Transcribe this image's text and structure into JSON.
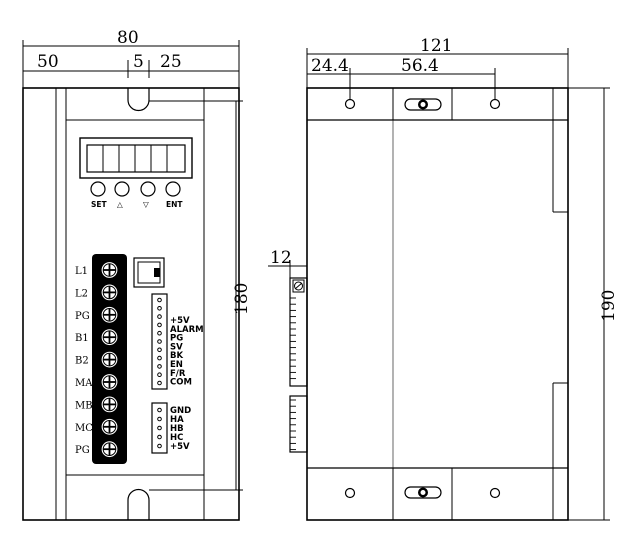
{
  "dimensions": {
    "front_width": "80",
    "front_left": "50",
    "front_mid": "5",
    "front_right": "25",
    "front_height": "180",
    "side_width": "121",
    "side_left": "24.4",
    "side_mid": "56.4",
    "side_height": "190",
    "side_depth": "12"
  },
  "keypad": {
    "set": "SET",
    "up": "△",
    "down": "▽",
    "ent": "ENT"
  },
  "power_terminals": [
    "L1",
    "L2",
    "PG",
    "B1",
    "B2",
    "MA",
    "MB",
    "MC",
    "PG"
  ],
  "signal_terminals": [
    "+5V",
    "ALARM",
    "PG",
    "SV",
    "BK",
    "EN",
    "F/R",
    "COM"
  ],
  "hall_terminals": [
    "GND",
    "HA",
    "HB",
    "HC",
    "+5V"
  ]
}
